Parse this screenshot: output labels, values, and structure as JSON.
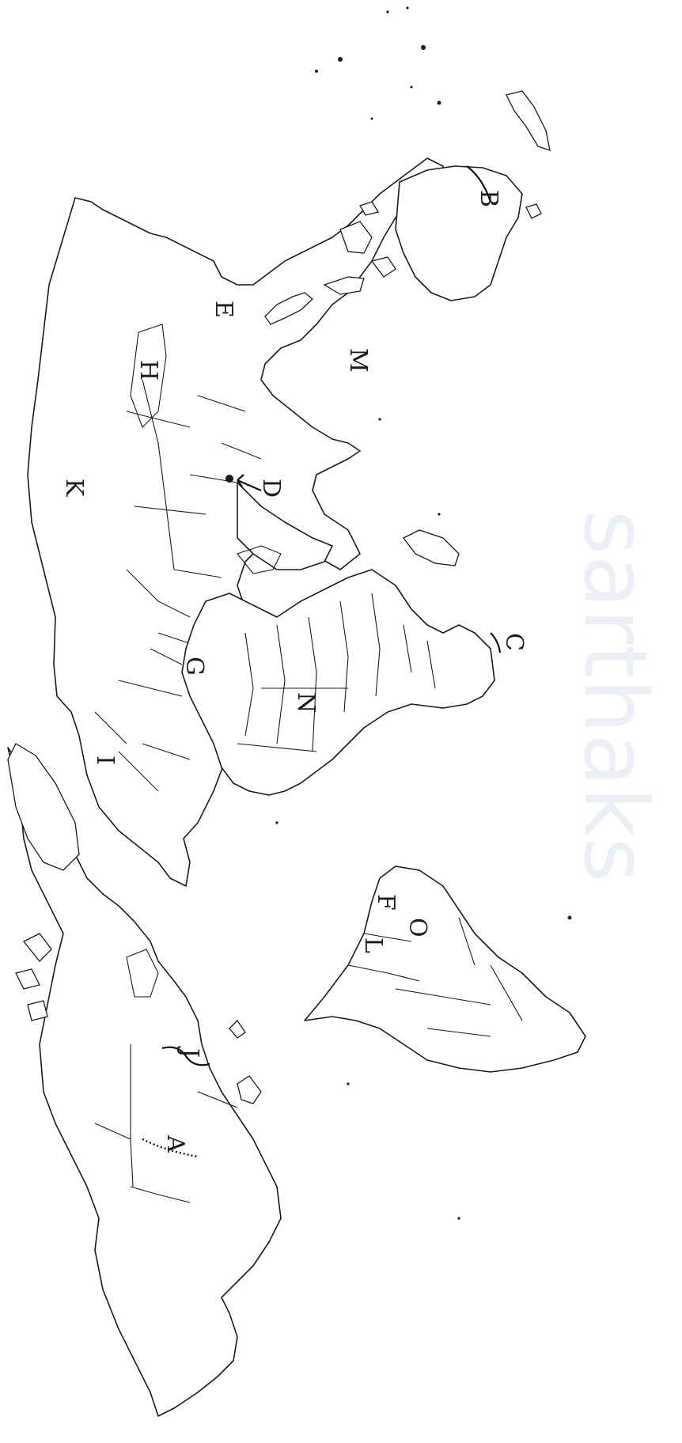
{
  "map": {
    "orientation": "rotated-90-clockwise",
    "labels": {
      "A": "A",
      "B": "B",
      "C": "C",
      "D": "D",
      "E": "E",
      "F": "F",
      "G": "G",
      "H": "H",
      "I": "I",
      "J": "J",
      "K": "K",
      "L": "L",
      "M": "M",
      "N": "N",
      "O": "O"
    },
    "watermark": "sarthaks",
    "colors": {
      "outline": "#1a1a1a",
      "background": "#ffffff",
      "watermark": "#c9d6e6"
    }
  }
}
